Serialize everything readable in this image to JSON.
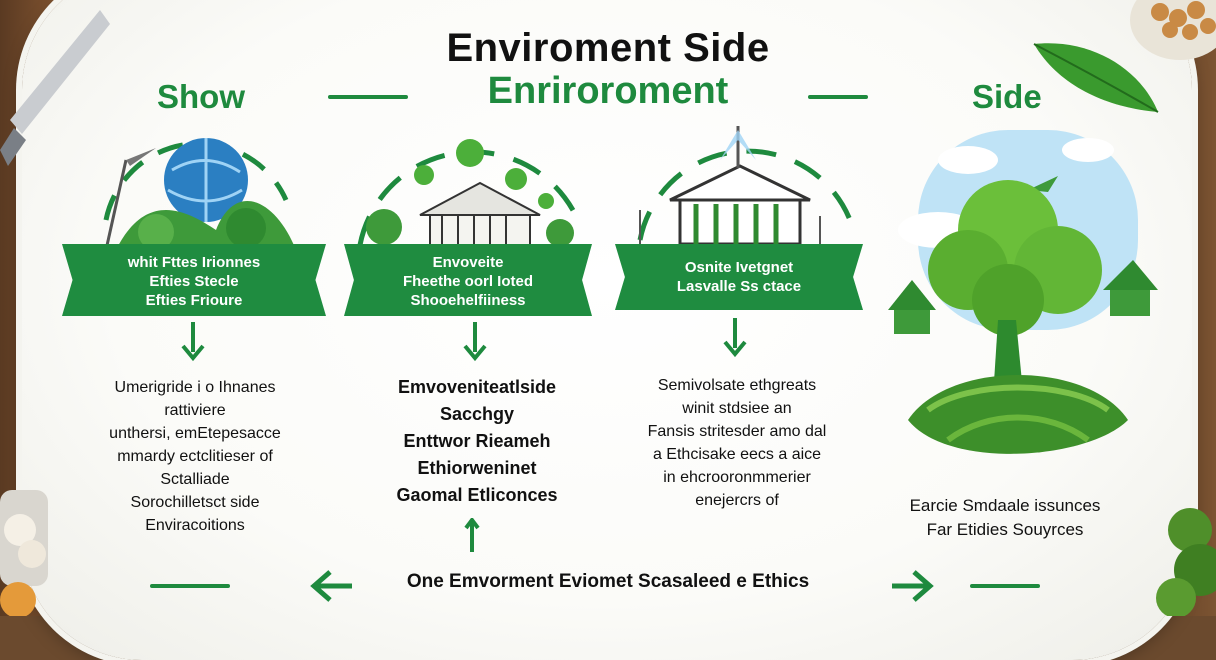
{
  "header": {
    "title": "Enviroment Side",
    "subtitle": "Enriroroment",
    "left_label": "Show",
    "right_label": "Side"
  },
  "columns": [
    {
      "banner": [
        "whit Fttes Irionnes",
        "Efties Stecle",
        "Efties Frioure"
      ],
      "body": [
        "Umerigride i o Ihnanes",
        "rattiviere",
        "unthersi, emEtepesacce",
        "mmardy ectclitieser of",
        "Sctalliade",
        "Sorochilletsct side",
        "Enviracoitions"
      ]
    },
    {
      "banner": [
        "Envoveite",
        "Fheethe oorl Ioted",
        "Shooehelfiiness"
      ],
      "body": [
        "Emvoveniteatlside",
        "Sacchgy",
        "Enttwor Rieameh",
        "Ethiorweninet",
        "Gaomal Etliconces"
      ]
    },
    {
      "banner": [
        "Osnite Ivetgnet",
        "Lasvalle Ss ctace"
      ],
      "body": [
        "Semivolsate ethgreats",
        "winit stdsiee an",
        "Fansis stritesder amo dal",
        "a Ethcisake eecs a aice",
        "in ehcrooronmmerier",
        "enejercrs of"
      ]
    },
    {
      "body": [
        "Earcie Smdaale issunces",
        "Far Etidies Souyrces"
      ]
    }
  ],
  "footer": {
    "text": "One Emvorment Eviomet Scasaleed e Ethics"
  },
  "colors": {
    "green": "#1e8a3e",
    "banner_green": "#1f8c40",
    "text": "#111111"
  }
}
